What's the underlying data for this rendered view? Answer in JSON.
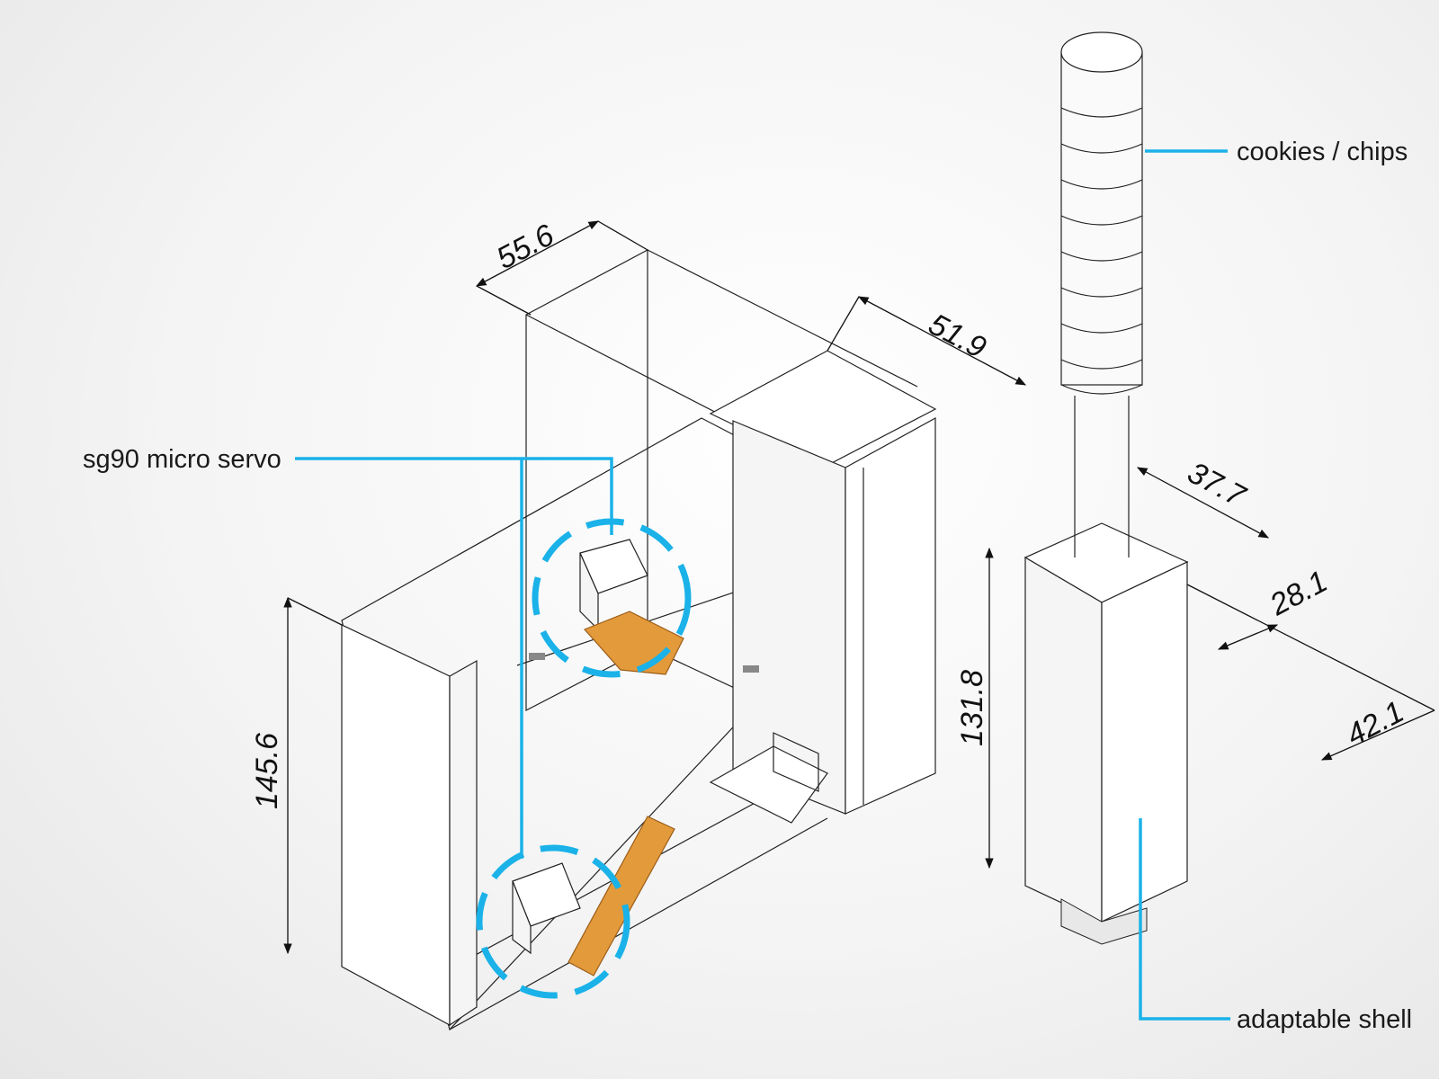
{
  "dimensions": {
    "width_top": "55.6",
    "depth_top": "51.9",
    "height_left": "145.6",
    "height_shell": "131.8",
    "shell_a": "37.7",
    "shell_b": "28.1",
    "shell_c": "42.1"
  },
  "callouts": {
    "stack": "cookies / chips",
    "servo": "sg90 micro servo",
    "shell": "adaptable shell"
  },
  "colors": {
    "accent": "#1ab2e8",
    "paddle": "#e39a3b",
    "outline": "#222222"
  }
}
